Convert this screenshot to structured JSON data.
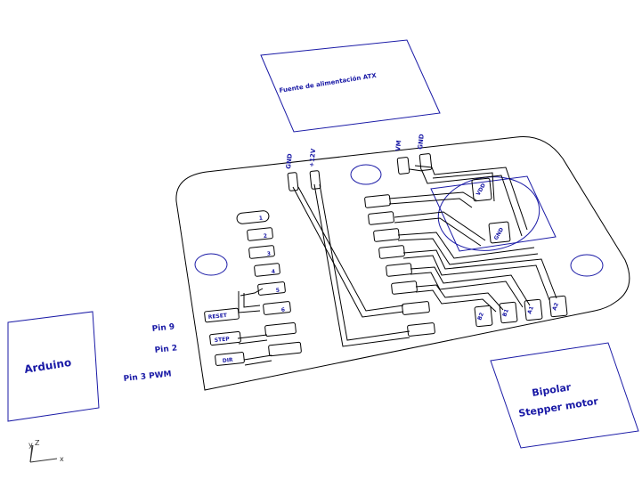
{
  "labels": {
    "psu": "Fuente de alimentación ATX",
    "arduino": "Arduino",
    "motor_line1": "Bipolar",
    "motor_line2": "Stepper motor",
    "pin9": "Pin 9",
    "pin2": "Pin 2",
    "pin3": "Pin 3 PWM",
    "gnd_left": "GND",
    "v12": "+12V",
    "vm": "VM",
    "gnd_right": "GND",
    "vdd": "VDD",
    "gnd_small": "GND",
    "reset": "RESET",
    "step": "STEP",
    "dir": "DIR",
    "pad1": "1",
    "pad2": "2",
    "pad3": "3",
    "pad4": "4",
    "pad5": "5",
    "pad6": "6",
    "b2": "B2",
    "b1": "B1",
    "a1": "A1",
    "a2": "A2"
  },
  "axes": {
    "z": "Z",
    "y": "y",
    "x": "x"
  },
  "colors": {
    "outline": "#000000",
    "accent": "#1a1aa6",
    "background": "#ffffff"
  }
}
